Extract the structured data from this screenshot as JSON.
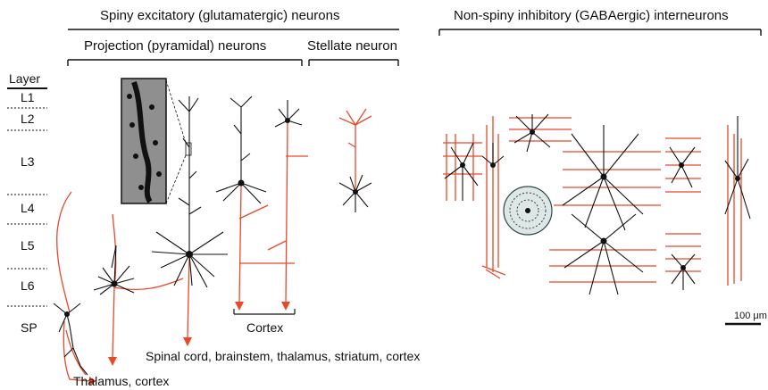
{
  "headers": {
    "excitatory": "Spiny excitatory (glutamatergic) neurons",
    "inhibitory": "Non-spiny inhibitory (GABAergic) interneurons",
    "projection": "Projection (pyramidal) neurons",
    "stellate": "Stellate neuron"
  },
  "layers": {
    "title": "Layer",
    "items": [
      "L1",
      "L2",
      "L3",
      "L4",
      "L5",
      "L6",
      "SP"
    ]
  },
  "targets": {
    "cortex": "Cortex",
    "spinal": "Spinal cord, brainstem, thalamus, striatum, cortex",
    "thalamus": "Thalamus, cortex"
  },
  "scale_bar": {
    "label": "100 μm"
  },
  "colors": {
    "axon": "#e8492a",
    "dendrite": "#111111",
    "inset_bg": "#9a9a9a"
  }
}
